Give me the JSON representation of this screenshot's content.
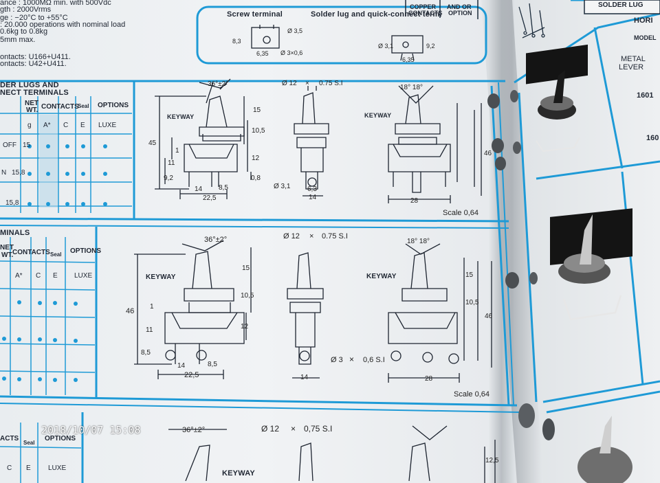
{
  "specs": {
    "line1": "ance : 1000MΩ min. with 500Vdc",
    "line2": "gth : 2000Vrms",
    "line3": "ge : −20°C to +55°C",
    "line4": ": 20.000 operations with nominal load",
    "line5": "0.6kg to 0.8kg",
    "line6": "5mm max.",
    "line7": "ontacts: U166+U411.",
    "line8": "ontacts: U42+U411."
  },
  "terminals": {
    "screw": "Screw terminal",
    "solder": "Solder lug and quick-connect term."
  },
  "top_right": {
    "copper": "COPPER",
    "contacts": "CONTACTS",
    "and_or": "AND OR",
    "option": "OPTION",
    "solder_lug": "SOLDER LUG"
  },
  "section1": {
    "title_line1": "DER LUGS AND",
    "title_line2": "NECT TERMINALS",
    "headers": {
      "net": "NET",
      "wt": "WT.",
      "contacts": "CONTACTS",
      "seal": "Seal",
      "options": "OPTIONS",
      "g": "g",
      "a": "A*",
      "c": "C",
      "e": "E",
      "luxe": "LUXE"
    },
    "rows": [
      {
        "label": "OFF",
        "weight": "15"
      },
      {
        "label": "N",
        "weight": "15,8"
      },
      {
        "label": "",
        "weight": "15,8"
      }
    ]
  },
  "section2": {
    "title": "MINALS",
    "headers": {
      "net": "NET",
      "wt": "WT.",
      "contacts": "CONTACTS",
      "seal": "Seal",
      "options": "OPTIONS",
      "a": "A*",
      "c": "C",
      "e": "E",
      "luxe": "LUXE"
    }
  },
  "section3": {
    "headers": {
      "contacts": "ACTS",
      "seal": "Seal",
      "options": "OPTIONS",
      "c": "C",
      "e": "E",
      "luxe": "LUXE"
    }
  },
  "drawing1": {
    "angle": "36°±2°",
    "diam": "Ø 12",
    "x": "×",
    "thread": "0.75 S.I",
    "angles": "18° 18°",
    "keyway": "KEYWAY",
    "keyway2": "KEYWAY",
    "d45": "45",
    "d15": "15",
    "d105": "10,5",
    "d12": "12",
    "d11": "11",
    "d1": "1",
    "d92": "9,2",
    "d08": "0,8",
    "d14": "14",
    "d85": "8,5",
    "d225": "22,5",
    "d31": "Ø 3,1",
    "d63": "6,3",
    "d28": "28",
    "d46": "46",
    "scale": "Scale 0,64"
  },
  "drawing2": {
    "angle": "36°±2°",
    "diam": "Ø 12",
    "x": "×",
    "thread": "0.75 S.I",
    "angles": "18° 18°",
    "keyway": "KEYWAY",
    "keyway2": "KEYWAY",
    "d46": "46",
    "d15": "15",
    "d105": "10,5",
    "d12": "12",
    "d11": "11",
    "d85": "8,5",
    "d1": "1",
    "d14": "14",
    "d225": "22,5",
    "d3": "Ø 3",
    "x2": "×",
    "thread2": "0,6 S.I",
    "d28": "28",
    "scale": "Scale 0,64"
  },
  "drawing3": {
    "angle": "36°±2°",
    "diam": "Ø 12",
    "x": "×",
    "thread": "0,75 S.I",
    "keyway": "KEYWAY",
    "d125": "12,5"
  },
  "right_page": {
    "hor": "HORI",
    "model": "MODEL",
    "metal_lever_1": "METAL",
    "metal_lever_2": "LEVER",
    "n1601": "1601",
    "n160": "160"
  },
  "screw_dims": {
    "d35": "Ø 3,5",
    "d635": "6,35",
    "d3x06": "Ø 3×0,6",
    "d83": "8,3",
    "d31": "Ø 3,1",
    "d635b": "6,35",
    "d92": "9,2"
  },
  "timestamp": "2018/10/07 15:08",
  "colors": {
    "blue": "#1e9ad6",
    "ink": "#1f2632"
  }
}
